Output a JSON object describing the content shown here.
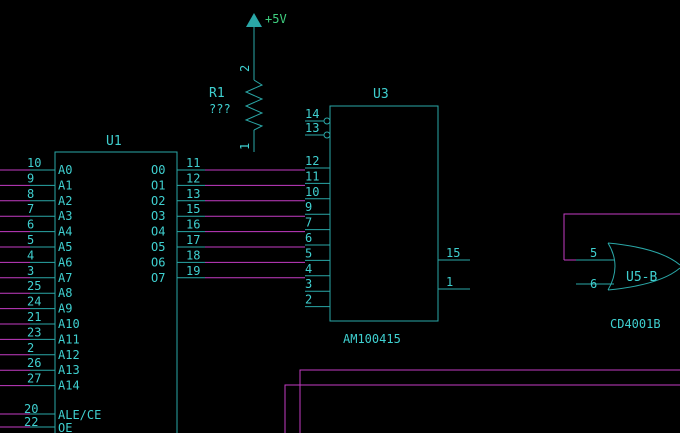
{
  "power": {
    "label": "+5V",
    "color": "#2aa7a7"
  },
  "r1": {
    "ref": "R1",
    "value": "???",
    "pin_top": "2",
    "pin_bottom": "1"
  },
  "u1": {
    "ref": "U1",
    "left_pins": [
      {
        "num": "10",
        "name": "A0"
      },
      {
        "num": "9",
        "name": "A1"
      },
      {
        "num": "8",
        "name": "A2"
      },
      {
        "num": "7",
        "name": "A3"
      },
      {
        "num": "6",
        "name": "A4"
      },
      {
        "num": "5",
        "name": "A5"
      },
      {
        "num": "4",
        "name": "A6"
      },
      {
        "num": "3",
        "name": "A7"
      },
      {
        "num": "25",
        "name": "A8"
      },
      {
        "num": "24",
        "name": "A9"
      },
      {
        "num": "21",
        "name": "A10"
      },
      {
        "num": "23",
        "name": "A11"
      },
      {
        "num": "2",
        "name": "A12"
      },
      {
        "num": "26",
        "name": "A13"
      },
      {
        "num": "27",
        "name": "A14"
      }
    ],
    "ctrl_pins": [
      {
        "num": "20",
        "name": "ALE/CE"
      },
      {
        "num": "22",
        "name": "OE"
      }
    ],
    "right_pins": [
      {
        "num": "11",
        "name": "O0"
      },
      {
        "num": "12",
        "name": "O1"
      },
      {
        "num": "13",
        "name": "O2"
      },
      {
        "num": "15",
        "name": "O3"
      },
      {
        "num": "16",
        "name": "O4"
      },
      {
        "num": "17",
        "name": "O5"
      },
      {
        "num": "18",
        "name": "O6"
      },
      {
        "num": "19",
        "name": "O7"
      }
    ]
  },
  "u3": {
    "ref": "U3",
    "part": "AM100415",
    "top_pins": [
      "14",
      "13"
    ],
    "left_pins": [
      "12",
      "11",
      "10",
      "9",
      "7",
      "6",
      "5",
      "4",
      "3",
      "2"
    ],
    "right_pins": [
      "15",
      "1"
    ]
  },
  "u5": {
    "ref": "U5-B",
    "part": "CD4001B",
    "pin_a": "5",
    "pin_b": "6"
  },
  "colors": {
    "part": "#2aa7a7",
    "wire": "#c43cc4",
    "text": "#3fd0d0",
    "power": "#3fd080"
  }
}
